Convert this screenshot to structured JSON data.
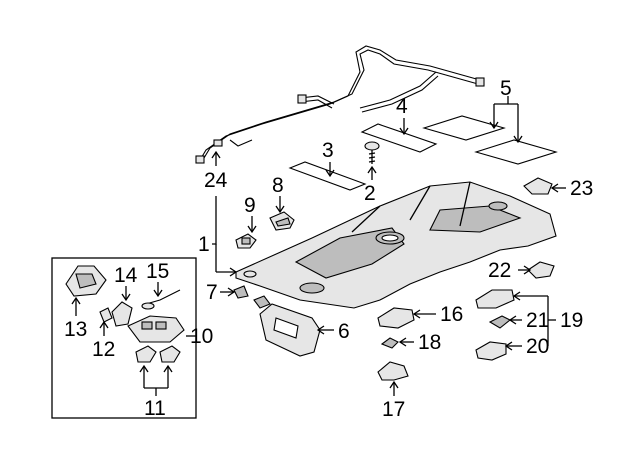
{
  "labels": {
    "l1": "1",
    "l2": "2",
    "l3": "3",
    "l4": "4",
    "l5": "5",
    "l6": "6",
    "l7": "7",
    "l8": "8",
    "l9": "9",
    "l10": "10",
    "l11": "11",
    "l12": "12",
    "l13": "13",
    "l14": "14",
    "l15": "15",
    "l16": "16",
    "l17": "17",
    "l18": "18",
    "l19": "19",
    "l20": "20",
    "l21": "21",
    "l22": "22",
    "l23": "23",
    "l24": "24"
  },
  "colors": {
    "line": "#000000",
    "part_fill": "#e6e6e6",
    "part_dark": "#bdbdbd",
    "background": "#ffffff"
  }
}
